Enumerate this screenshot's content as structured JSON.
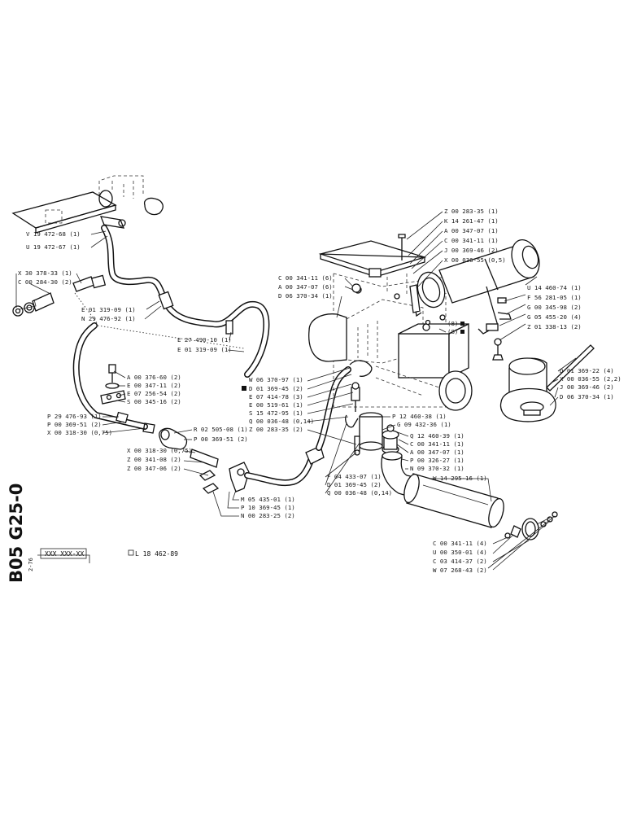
{
  "sheet": {
    "code": "B05 G25-0",
    "sub_code": "2-76",
    "part_box": "XXX XXX-XX",
    "reference": "L 18 462-89"
  },
  "callouts": {
    "v19472_68": "V 19 472-68 (1)",
    "u19472_67": "U 19 472-67 (1)",
    "x30378_33": "X 30 378-33 (1)",
    "c00284_30": "C 00 284-30 (2)",
    "e01319_09_a": "E 01 319-09 (1)",
    "n29476_92": "N 29 476-92 (1)",
    "e27490_10": "E 27 490-10 (1)",
    "e01319_09_b": "E 01 319-09 (1)",
    "a00376_60": "A 00 376-60 (2)",
    "e00347_11": "E 00 347-11 (2)",
    "e07256_54": "E 07 256-54 (2)",
    "s00345_16": "S 00 345-16 (2)",
    "p29476_93": "P 29 476-93 (1)",
    "p00369_51_a": "P 00 369-51 (2)",
    "x00318_30_a": "X 00 318-30 (0,75)",
    "r02505_08": "R 02 505-08 (1)",
    "p00369_51_b": "P 00 369-51 (2)",
    "x00318_30_b": "X 00 318-30 (0,75)",
    "z00341_08": "Z 00 341-08 (2)",
    "z00347_06": "Z 00 347-06 (2)",
    "m05435_01": "M 05 435-01 (1)",
    "p10369_45": "P 10 369-45 (1)",
    "n00283_25": "N 00 283-25 (2)",
    "c00341_11_a": "C 00 341-11 (6)",
    "a00347_07_a": "A 00 347-07 (6)",
    "d06370_34_a": "D 06 370-34 (1)",
    "w06370_97": "W 06 370-97 (1)",
    "d01369_45_a": "D 01 369-45 (2)",
    "e07414_78": "E 07 414-78 (3)",
    "e00519_61": "E 00 519-61 (1)",
    "s15472_95": "S 15 472-95 (1)",
    "q00036_48_a": "Q 00 036-48 (0,14)",
    "z00283_35_a": "Z 00 283-35 (2)",
    "f04433_07": "F 04 433-07 (1)",
    "d01369_45_b": "D 01 369-45 (2)",
    "q00036_48_b": "Q 00 036-48 (0,14)",
    "z00283_35_b": "Z 00 283-35 (1)",
    "k14261_47": "K 14 261-47 (1)",
    "a00347_07_b": "A 00 347-07 (1)",
    "c00341_11_b": "C 00 341-11 (1)",
    "j00369_46_a": "J 00 369-46 (2)",
    "x00036_55_a": "X 00 036-55 (0,5)",
    "u14460_74": "U 14 460-74 (1)",
    "f56281_05": "F 56 281-05 (1)",
    "g00345_98": "G 00 345-98 (2)",
    "g05455_20": "G 05 455-20 (4)",
    "z01338_13": "Z 01 338-13 (2)",
    "ref8_a": "(8)",
    "ref8_b": "(8)",
    "d01369_22": "D 01 369-22 (4)",
    "x00036_55_b": "X 00 036-55 (2,2)",
    "j00369_46_b": "J 00 369-46 (2)",
    "d06370_34_b": "D 06 370-34 (1)",
    "p12460_38": "P 12 460-38 (1)",
    "g09432_36": "G 09 432-36 (1)",
    "q12460_39": "Q 12 460-39 (1)",
    "c00341_11_c": "C 00 341-11 (1)",
    "a00347_07_c": "A 00 347-07 (1)",
    "p00326_27": "P 00 326-27 (1)",
    "n09370_32": "N 09 370-32 (1)",
    "w14295_16": "W 14 295-16 (1)",
    "c00341_11_d": "C 00 341-11 (4)",
    "u00350_01": "U 00 350-01 (4)",
    "c03414_37": "C 03 414-37 (2)",
    "w07268_43": "W 07 268-43 (2)"
  }
}
